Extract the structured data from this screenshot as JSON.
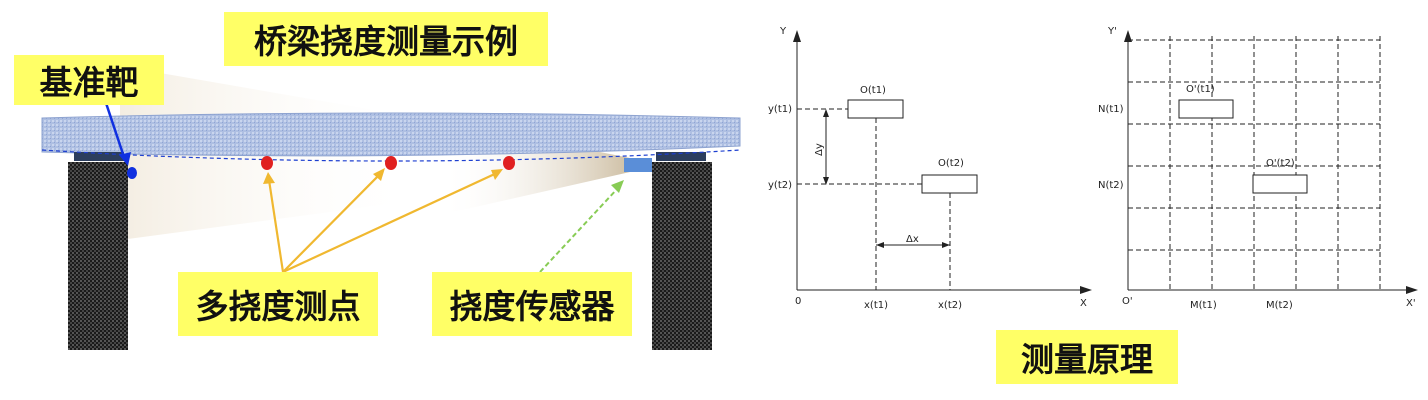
{
  "left_panel": {
    "title": "桥梁挠度测量示例",
    "target_label": "基准靶",
    "multi_point_label": "多挠度测点",
    "sensor_label": "挠度传感器",
    "colors": {
      "label_bg": "#ffff66",
      "deck": "#b8c8e8",
      "pier": "#2a2a2a",
      "measure_point": "#e02020",
      "target_dot": "#1030e0",
      "sensor": "#5a8ed8",
      "arrow_points": "#f0b830",
      "arrow_sensor": "#88cc55",
      "arrow_target": "#1030e0"
    }
  },
  "principle_label": "测量原理",
  "diagram1": {
    "y_axis": "Y",
    "x_axis": "X",
    "origin": "0",
    "y_ticks": [
      "y(t1)",
      "y(t2)"
    ],
    "x_ticks": [
      "x(t1)",
      "x(t2)"
    ],
    "box1": "O(t1)",
    "box2": "O(t2)",
    "delta_y": "Δy",
    "delta_x": "Δx"
  },
  "diagram2": {
    "y_axis": "Y'",
    "x_axis": "X'",
    "origin": "O'",
    "y_ticks": [
      "N(t1)",
      "N(t2)"
    ],
    "x_ticks": [
      "M(t1)",
      "M(t2)"
    ],
    "box1": "O'(t1)",
    "box2": "O'(t2)"
  }
}
